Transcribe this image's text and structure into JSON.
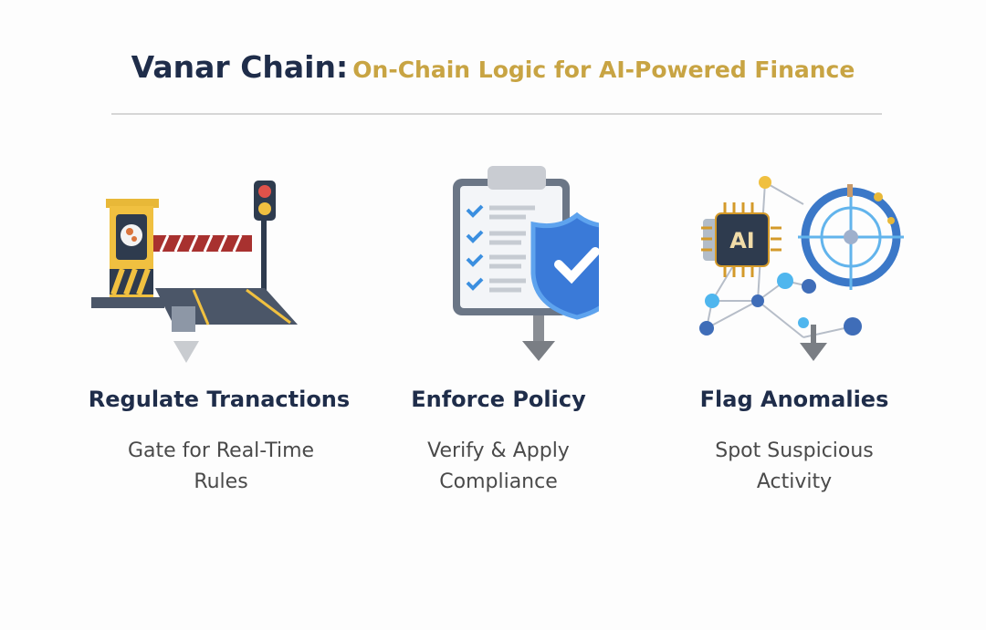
{
  "title": {
    "brand": "Vanar Chain:",
    "subtitle": "On-Chain Logic for AI-Powered Finance"
  },
  "columns": [
    {
      "icon": "toll-gate-icon",
      "heading": "Regulate Tranactions",
      "line1": "Gate for Real-Time",
      "line2": "Rules"
    },
    {
      "icon": "clipboard-shield-icon",
      "heading": "Enforce Policy",
      "line1": "Verify & Apply",
      "line2": "Compliance"
    },
    {
      "icon": "ai-network-target-icon",
      "heading": "Flag Anomalies",
      "line1": "Spot Suspicious",
      "line2": "Activity",
      "chip_label": "AI"
    }
  ],
  "colors": {
    "navy": "#1f2d4a",
    "gold": "#c8a443",
    "blue": "#3b82d6"
  }
}
